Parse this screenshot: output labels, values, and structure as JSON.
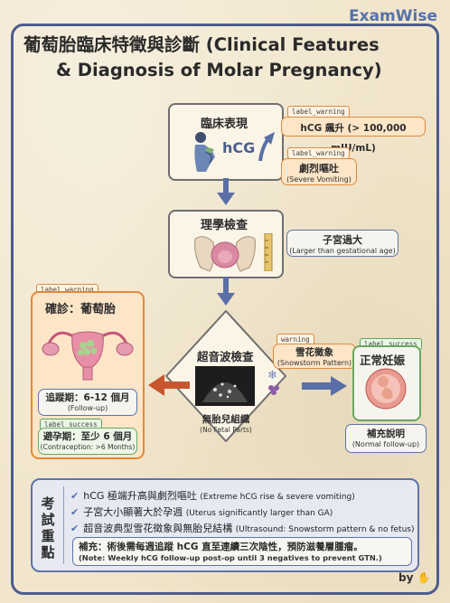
{
  "brand": "ExamWise",
  "title": {
    "line1": "葡萄胎臨床特徵與診斷 (Clinical Features",
    "line2": "& Diagnosis of Molar Pregnancy)"
  },
  "clinical": {
    "heading": "臨床表現",
    "hcg_label": "hCG",
    "tag1": "label_warning",
    "hcg_rise": "hCG 飆升 (> 100,000 mIU/mL)",
    "tag2": "label_warning",
    "vomit_zh": "劇烈嘔吐",
    "vomit_en": "(Severe Vomiting)"
  },
  "physical": {
    "heading": "理學檢查",
    "finding_zh": "子宮過大",
    "finding_en": "(Larger than gestational age)"
  },
  "ultrasound": {
    "heading": "超音波檢查",
    "tag": "warning",
    "pattern_zh": "雪花徵象",
    "pattern_en": "(Snowstorm Pattern)",
    "no_fetal_zh": "無胎兒組織",
    "no_fetal_en": "(No Fetal Parts)"
  },
  "diagnosis": {
    "tag": "label_warning",
    "heading": "確診：葡萄胎",
    "followup_zh": "追蹤期：6-12 個月",
    "followup_en": "(Follow-up)",
    "tag2": "label_success",
    "contraception_zh": "避孕期：至少 6 個月",
    "contraception_en": "(Contraception: >6 Months)"
  },
  "normal": {
    "tag": "label_success",
    "heading": "正常妊娠",
    "note_zh": "補充說明",
    "note_en": "(Normal follow-up)"
  },
  "key_points": {
    "title_chars": [
      "考",
      "試",
      "重",
      "點"
    ],
    "items": [
      {
        "zh": "hCG 極端升高與劇烈嘔吐",
        "en": "(Extreme hCG rise & severe vomiting)"
      },
      {
        "zh": "子宮大小顯著大於孕週",
        "en": "(Uterus significantly larger than GA)"
      },
      {
        "zh": "超音波典型雪花徵象與無胎兒結構",
        "en": "(Ultrasound: Snowstorm pattern & no fetus)"
      }
    ],
    "supplement_zh": "補充：術後需每週追蹤 hCG 直至連續三次陰性，預防滋養層腫瘤。",
    "supplement_en": "(Note: Weekly hCG follow-up post-op until 3 negatives to prevent GTN.)"
  },
  "footer": "by",
  "colors": {
    "frame": "#4c5d8c",
    "orange": "#e08a3b",
    "blue_arrow": "#5a6fa8",
    "red_arrow": "#c8552d",
    "green": "#6aa860"
  }
}
